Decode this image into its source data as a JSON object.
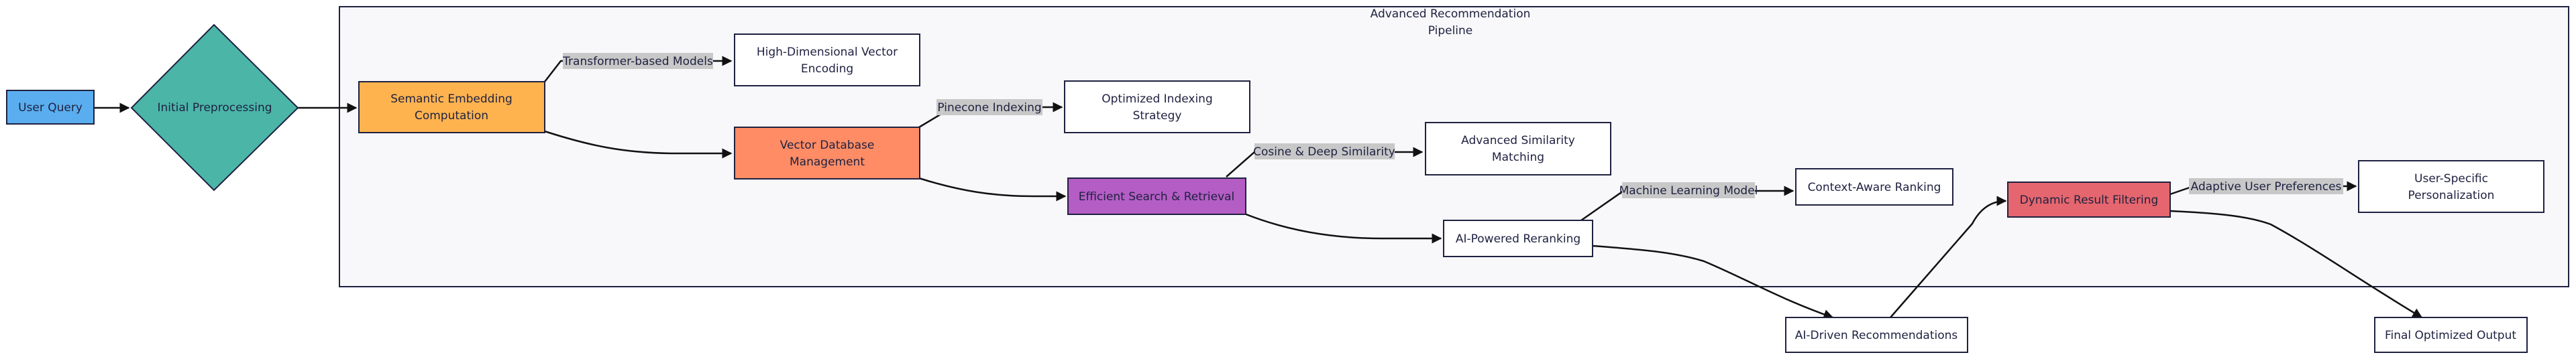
{
  "cluster": {
    "title_line1": "Advanced Recommendation",
    "title_line2": "Pipeline"
  },
  "nodes": {
    "user_query": {
      "label": "User Query",
      "fill": "#5aaeef"
    },
    "initial_preprocessing": {
      "label": "Initial Preprocessing",
      "fill": "#4bb5a8"
    },
    "semantic_embedding": {
      "line1": "Semantic Embedding",
      "line2": "Computation",
      "fill": "#ffb34f"
    },
    "hd_vector_encoding": {
      "line1": "High-Dimensional Vector",
      "line2": "Encoding",
      "fill": "#ffffff"
    },
    "vector_db": {
      "line1": "Vector Database",
      "line2": "Management",
      "fill": "#ff8c65"
    },
    "optimized_indexing": {
      "line1": "Optimized Indexing",
      "line2": "Strategy",
      "fill": "#ffffff"
    },
    "efficient_search": {
      "label": "Efficient Search & Retrieval",
      "fill": "#b45dc4"
    },
    "advanced_similarity": {
      "line1": "Advanced Similarity",
      "line2": "Matching",
      "fill": "#ffffff"
    },
    "ai_reranking": {
      "label": "AI-Powered Reranking",
      "fill": "#ffffff"
    },
    "context_ranking": {
      "label": "Context-Aware Ranking",
      "fill": "#ffffff"
    },
    "dynamic_filtering": {
      "label": "Dynamic Result Filtering",
      "fill": "#e5666e"
    },
    "user_personalization": {
      "line1": "User-Specific",
      "line2": "Personalization",
      "fill": "#ffffff"
    },
    "ai_recommendations": {
      "label": "AI-Driven Recommendations",
      "fill": "#ffffff"
    },
    "final_output": {
      "label": "Final Optimized Output",
      "fill": "#ffffff"
    }
  },
  "edge_labels": {
    "transformer_models": "Transformer-based Models",
    "pinecone_indexing": "Pinecone Indexing",
    "cosine_similarity": "Cosine & Deep Similarity",
    "ml_model": "Machine Learning Model",
    "adaptive_preferences": "Adaptive User Preferences"
  },
  "colors": {
    "cluster_fill": "#f8f8fa",
    "stroke": "#1e2140",
    "edge_label_bg": "#c8c8c8",
    "text": "#1e2140"
  }
}
